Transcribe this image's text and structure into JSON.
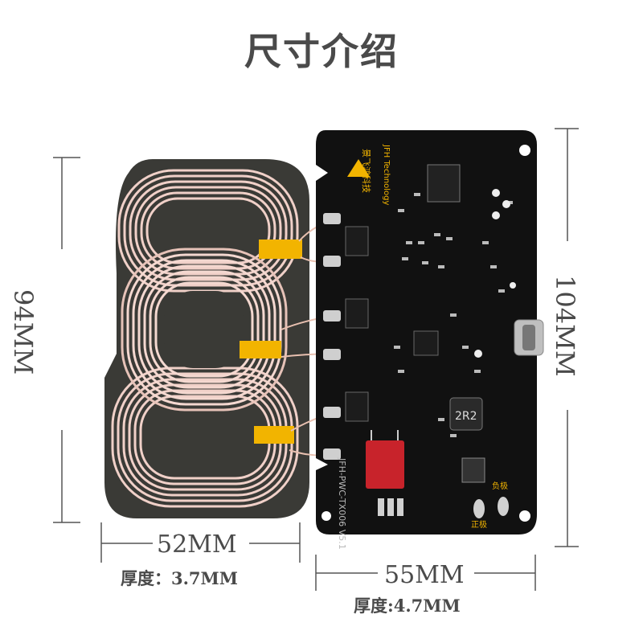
{
  "title": "尺寸介绍",
  "coil": {
    "height_label": "94MM",
    "width_label": "52MM",
    "thickness_label": "厚度：3.7MM"
  },
  "board": {
    "height_label": "104MM",
    "width_label": "55MM",
    "thickness_label": "厚度:4.7MM",
    "brand_text": "JFH Technology",
    "brand_cn": "景飞鸿科技",
    "model_text": "JFH-PWC-TX006 V5.1",
    "inductor_label": "2R2",
    "negative_label": "负极",
    "positive_label": "正极"
  },
  "colors": {
    "text": "#4a4a4a",
    "pcb": "#111111",
    "coil_copper": "#f0d0c8",
    "tape": "#f2b400",
    "ferrite": "#3a3a36",
    "capacitor": "#c8232b"
  }
}
